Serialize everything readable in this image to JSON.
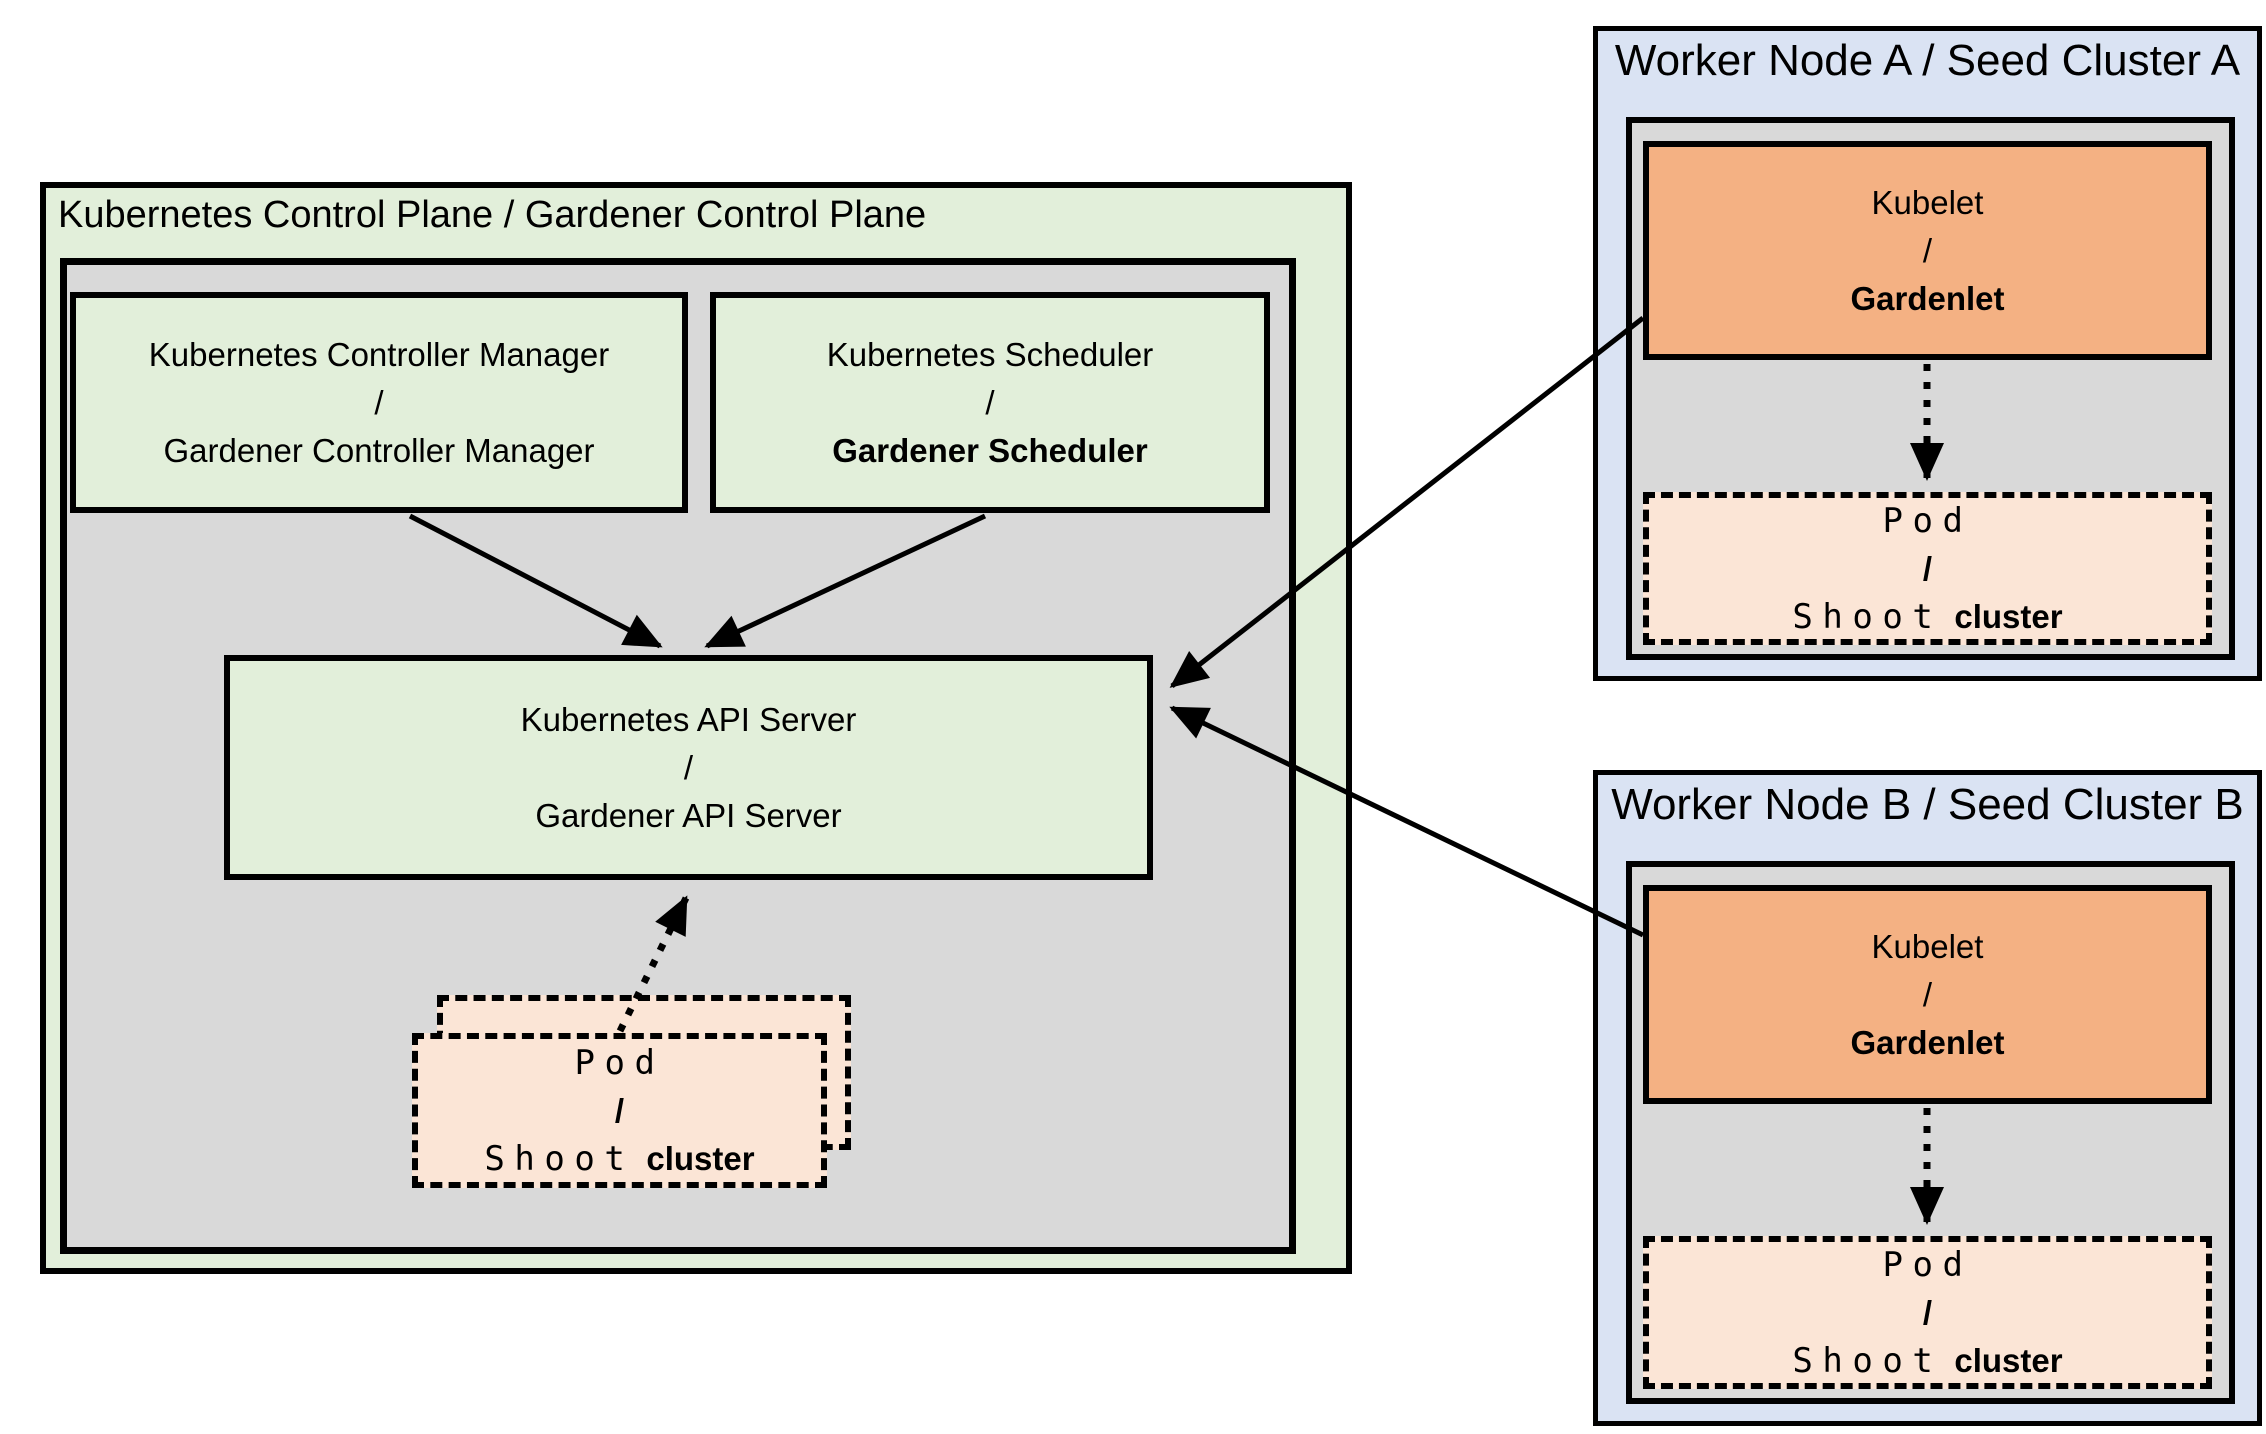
{
  "colors": {
    "control_plane_fill": "#e2efda",
    "inner_panel_fill": "#d9d9d9",
    "worker_node_fill": "#dae3f3",
    "kubelet_fill": "#f4b183",
    "pod_fill": "#fbe5d6",
    "line_color": "#000000"
  },
  "control_plane": {
    "title": "Kubernetes Control Plane / Gardener Control Plane",
    "controller_manager": {
      "top": "Kubernetes Controller Manager",
      "sep": "/",
      "bottom": "Gardener Controller Manager"
    },
    "scheduler": {
      "top": "Kubernetes Scheduler",
      "sep": "/",
      "bottom": "Gardener Scheduler"
    },
    "api_server": {
      "top": "Kubernetes API Server",
      "sep": "/",
      "bottom": "Gardener API Server"
    },
    "pod_stack": {
      "top": "Pod",
      "sep": "/",
      "bottom_code": "Shoot",
      "bottom_plain": "cluster"
    }
  },
  "worker_node_a": {
    "title": "Worker Node A / Seed Cluster A",
    "kubelet": {
      "top": "Kubelet",
      "sep": "/",
      "bottom": "Gardenlet"
    },
    "pod": {
      "top": "Pod",
      "sep": "/",
      "bottom_code": "Shoot",
      "bottom_plain": "cluster"
    }
  },
  "worker_node_b": {
    "title": "Worker Node B / Seed Cluster B",
    "kubelet": {
      "top": "Kubelet",
      "sep": "/",
      "bottom": "Gardenlet"
    },
    "pod": {
      "top": "Pod",
      "sep": "/",
      "bottom_code": "Shoot",
      "bottom_plain": "cluster"
    }
  },
  "arrows": [
    {
      "from": "controller-manager",
      "to": "api-server",
      "style": "solid"
    },
    {
      "from": "scheduler",
      "to": "api-server",
      "style": "solid"
    },
    {
      "from": "pod-shoot-cluster-stack",
      "to": "api-server",
      "style": "dotted"
    },
    {
      "from": "kubelet-gardenlet-a",
      "to": "api-server",
      "style": "solid"
    },
    {
      "from": "kubelet-gardenlet-b",
      "to": "api-server",
      "style": "solid"
    },
    {
      "from": "kubelet-gardenlet-a",
      "to": "pod-shoot-cluster-a",
      "style": "dotted"
    },
    {
      "from": "kubelet-gardenlet-b",
      "to": "pod-shoot-cluster-b",
      "style": "dotted"
    }
  ]
}
